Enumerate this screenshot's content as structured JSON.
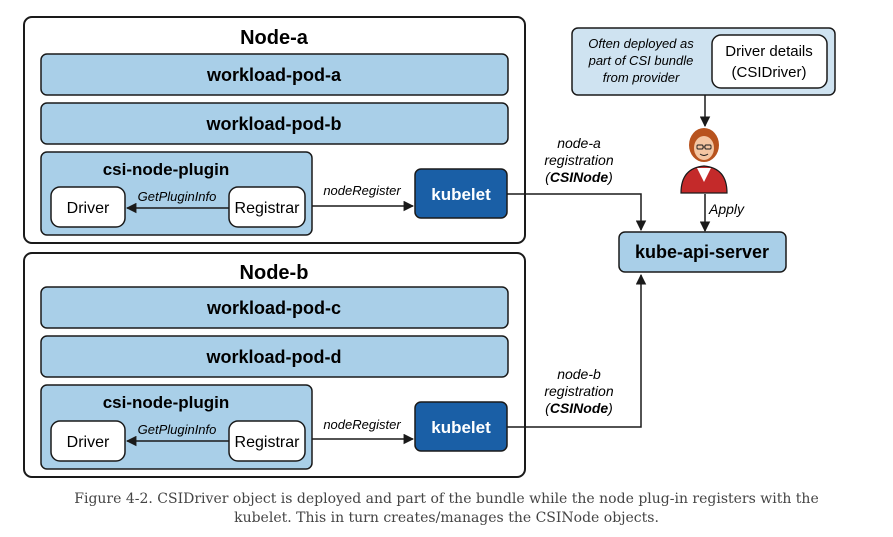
{
  "nodes": [
    {
      "title": "Node-a",
      "pods": [
        "workload-pod-a",
        "workload-pod-b"
      ],
      "plugin": {
        "title": "csi-node-plugin",
        "driver": "Driver",
        "registrar": "Registrar",
        "call": "GetPluginInfo"
      },
      "register_label": "nodeRegister",
      "kubelet": "kubelet",
      "registration": {
        "line1": "node-a",
        "line2": "registration",
        "line3_open": "(",
        "line3_bold": "CSINode",
        "line3_close": ")"
      }
    },
    {
      "title": "Node-b",
      "pods": [
        "workload-pod-c",
        "workload-pod-d"
      ],
      "plugin": {
        "title": "csi-node-plugin",
        "driver": "Driver",
        "registrar": "Registrar",
        "call": "GetPluginInfo"
      },
      "register_label": "nodeRegister",
      "kubelet": "kubelet",
      "registration": {
        "line1": "node-b",
        "line2": "registration",
        "line3_open": "(",
        "line3_bold": "CSINode",
        "line3_close": ")"
      }
    }
  ],
  "provider": {
    "note": [
      "Often deployed as",
      "part of CSI bundle",
      "from provider"
    ],
    "driver_details": [
      "Driver details",
      "(CSIDriver)"
    ]
  },
  "apply_label": "Apply",
  "api_server": "kube-api-server",
  "caption": {
    "line1": "Figure 4-2. CSIDriver object is deployed and part of the bundle while the node plug-in registers with the",
    "line2": "kubelet. This in turn creates/manages the CSINode objects."
  },
  "colors": {
    "light_blue": "#a9cfe8",
    "dark_blue": "#1a5fa6",
    "panel_blue": "#cfe3f1",
    "outline": "#1a1a1a"
  },
  "icons": {
    "administrator": "person-icon"
  }
}
